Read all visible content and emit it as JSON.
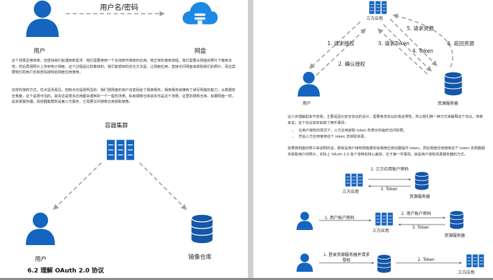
{
  "left": {
    "diagram1": {
      "arrow_label": "用户名/密码",
      "user_label": "用户",
      "cloud_label": "网盘"
    },
    "para1": "这个场景足够简单，但很快我们就遇到新需求：我们需要使用一个在线制作相册的应用。按正常的使用流程，我们需要从网盘的照片下载到本地，然后再把照片上传到电子相册。这个过程是比较繁琐的。我们能想到的优化方法是，让相册应用，直接访问网盘来获取我们的照片，而这需要我们把用户名和密码授权给相册应用使用。",
    "para2": "这样的授权方式，优点显而易见，但缺点也是很明显的：我们把网盘的用户名密码给了相册服务，相册服务就拥有了读写网盘的能力，从数据安全角度，这个是很可怕的。其实这是很多应用都会遇到的一个一般性场景。私有镜像仓库其实也是这个场景。这里的镜像仓库，就跟网盘一样，是资源服务器，而容器集群则是第三方服务，它需要访问镜像仓库获取镜像。",
    "diagram2": {
      "cluster_label": "容器集群",
      "user_label": "用户",
      "registry_label": "镜像仓库"
    },
    "section_heading": "6.2 理解 OAuth 2.0 协议"
  },
  "right": {
    "top": {
      "app_label": "三方应用",
      "user_label": "用户",
      "server_label": "资源服务器",
      "step1": "1. 请求授权",
      "step2": "2. 确认授权",
      "step3": "3. 请求Token",
      "step4": "4. Token",
      "step5": "5. 请求资源",
      "step6": "6. 返回资源"
    },
    "para1": "这六步理解起来不容易，主要是因为安全协议的设计，需要考虑协议的易证明性，所以我们换一种方式来解释这个协议。简单来说，这个协议其实就做了两件事情：",
    "bullets": [
      "在用户授权的情况下，三方应用获取 token 所表示的临时访问权限；",
      "然后三方应用使用这个 token 去获取资源。"
    ],
    "para2": "如果用网盘的例子来说明的话，那就是用户授权网盘服务给相册应用创建临时 token，然后相册应用使用这个 token 去网盘服务获取用户的照片。实际上 OAuth 2.0 各个变种的核心差别，在于第一件事情，就是用户授权资源服务器的方式。",
    "row1": {
      "app_label": "三方应用",
      "server_label": "资源服务器",
      "req": "1. 三方应用账户密码",
      "resp": "2. Token"
    },
    "row2": {
      "app_label": "三方应用",
      "server_label": "资源服务器",
      "step1": "1. 用户账户密码",
      "step2": "2. 用户账户密码",
      "step3": "3. Token"
    },
    "row3": {
      "app_label": "三方应用",
      "step1": "1. 登录资源服务器并请求授权",
      "step2": "2. Token"
    }
  },
  "colors": {
    "accent_blue": "#1565c0",
    "server_blue": "#1456a8",
    "arrow_gray": "#9e9e9e"
  }
}
